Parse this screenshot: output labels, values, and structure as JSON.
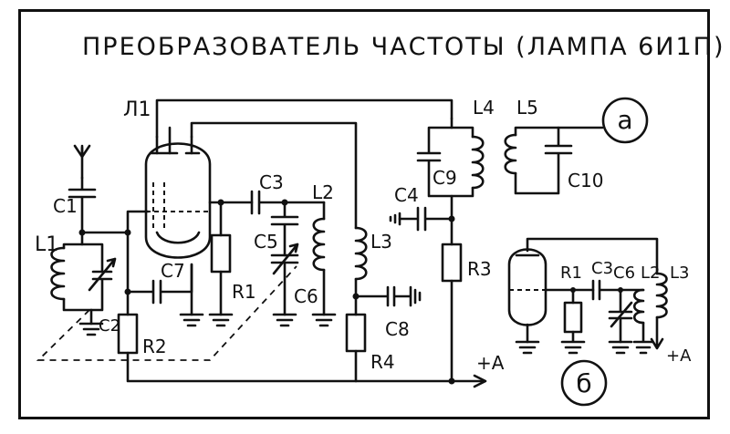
{
  "title": "ПРЕОБРАЗОВАТЕЛЬ ЧАСТОТЫ (ЛАМПА 6И1П)",
  "circuit_a": {
    "mark": "а",
    "labels": {
      "tube": "Л1",
      "c1": "C1",
      "l1": "L1",
      "c2": "C2",
      "c7": "C7",
      "r2": "R2",
      "c3": "C3",
      "r1": "R1",
      "l2": "L2",
      "c5": "C5",
      "c6": "C6",
      "l3": "L3",
      "c8": "C8",
      "r4": "R4",
      "c4": "C4",
      "r3": "R3",
      "l4": "L4",
      "c9": "C9",
      "l5": "L5",
      "c10": "C10",
      "plus_a": "+A"
    }
  },
  "circuit_b": {
    "mark": "б",
    "labels": {
      "r1": "R1",
      "c3": "C3",
      "c6": "C6",
      "l2": "L2",
      "l3": "L3",
      "plus_a": "+A"
    }
  },
  "colors": {
    "ink": "#111111",
    "paper": "#ffffff"
  }
}
